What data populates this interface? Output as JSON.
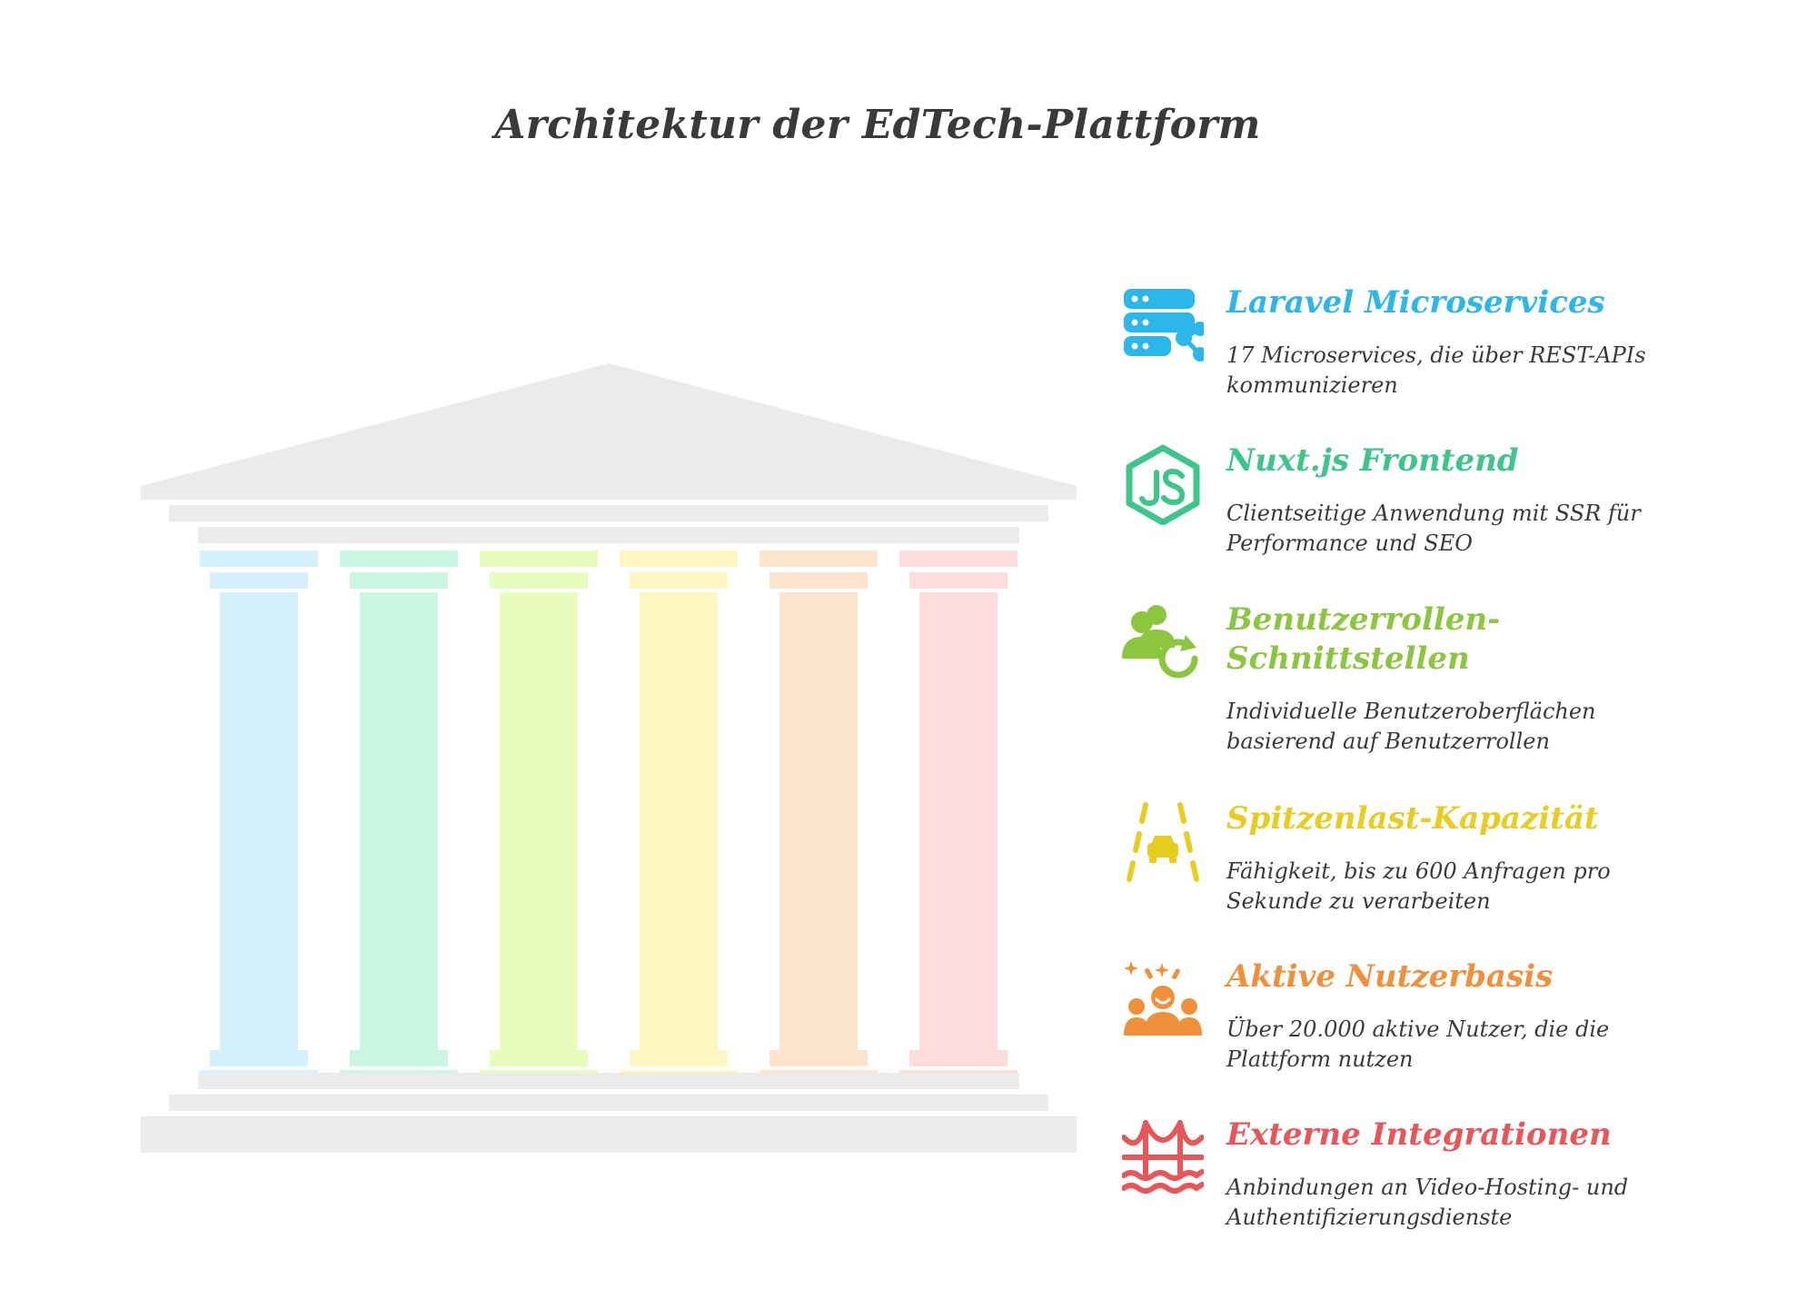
{
  "title": "Architektur der EdTech-Plattform",
  "pillar_colors": [
    "#d3f2fb",
    "#c9f7e3",
    "#e8fcbd",
    "#fef7c1",
    "#fde4cd",
    "#fedcdc"
  ],
  "temple_color": "#ebebeb",
  "items": [
    {
      "title": "Laravel Microservices",
      "description": "17 Microservices, die über REST-APIs kommunizieren",
      "icon": "server-share-icon",
      "color": "#2bb7ea"
    },
    {
      "title": "Nuxt.js Frontend",
      "description": "Clientseitige Anwendung mit SSR für Performance und SEO",
      "icon": "js-hexagon-icon",
      "color": "#3dc58c"
    },
    {
      "title": "Benutzerrollen-Schnittstellen",
      "description": "Individuelle Benutzeroberflächen basierend auf Benutzerrollen",
      "icon": "user-switch-icon",
      "color": "#8cc63f"
    },
    {
      "title": "Spitzenlast-Kapazität",
      "description": "Fähigkeit, bis zu 600 Anfragen pro Sekunde zu verarbeiten",
      "icon": "road-car-icon",
      "color": "#e8cc1e"
    },
    {
      "title": "Aktive Nutzerbasis",
      "description": "Über 20.000 aktive Nutzer, die die Plattform nutzen",
      "icon": "happy-users-icon",
      "color": "#f0903a"
    },
    {
      "title": "Externe Integrationen",
      "description": "Anbindungen an Video-Hosting- und Authentifizierungsdienste",
      "icon": "bridge-icon",
      "color": "#e8565a"
    }
  ]
}
